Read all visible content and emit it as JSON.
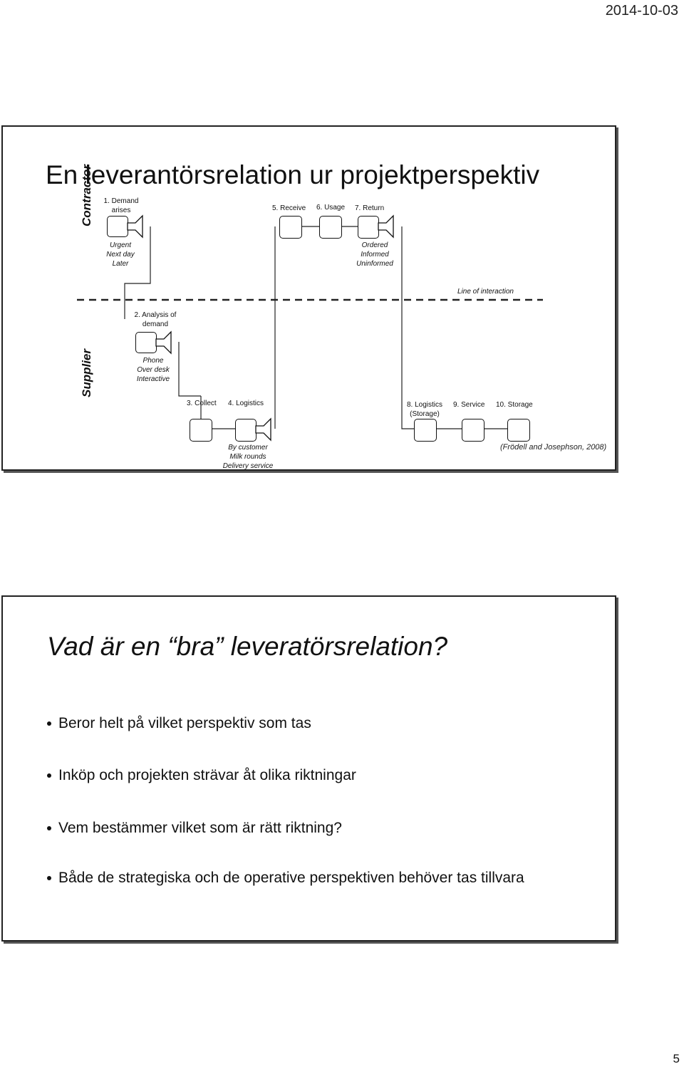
{
  "header": {
    "date": "2014-10-03"
  },
  "slide1": {
    "title": "En leverantörsrelation ur projektperspektiv",
    "lanes": {
      "contractor": "Contractor",
      "supplier": "Supplier"
    },
    "steps": {
      "s1": [
        "1. Demand",
        "arises"
      ],
      "s1_options": [
        "Urgent",
        "Next day",
        "Later"
      ],
      "s2": [
        "2. Analysis of",
        "demand"
      ],
      "s2_options": [
        "Phone",
        "Over desk",
        "Interactive"
      ],
      "s3": "3. Collect",
      "s4": "4. Logistics",
      "s4_options": [
        "By customer",
        "Milk rounds",
        "Delivery service"
      ],
      "s5": "5. Receive",
      "s6": "6. Usage",
      "s7": "7. Return",
      "s7_options": [
        "Ordered",
        "Informed",
        "Uninformed"
      ],
      "s8": [
        "8. Logistics",
        "(Storage)"
      ],
      "s9": "9. Service",
      "s10": "10. Storage"
    },
    "line_of_interaction": "Line of interaction",
    "citation": "(Frödell and Josephson, 2008)"
  },
  "slide2": {
    "title": "Vad är en “bra” leveratörsrelation?",
    "bullets": [
      "Beror helt på vilket perspektiv som tas",
      "Inköp och projekten strävar åt olika riktningar",
      "Vem bestämmer vilket som är rätt riktning?",
      "Både de strategiska och de operative perspektiven behöver tas tillvara"
    ]
  },
  "footer": {
    "page_number": "5"
  }
}
